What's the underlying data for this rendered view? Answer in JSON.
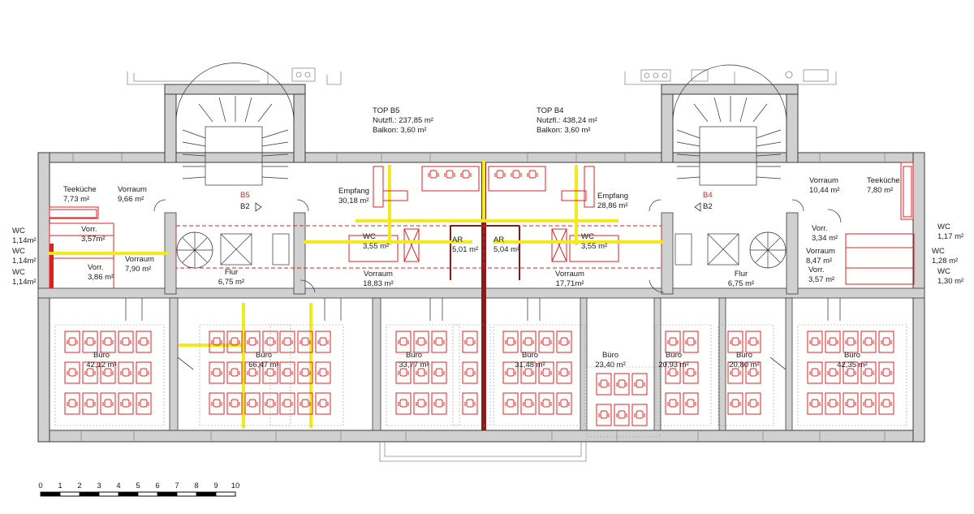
{
  "units": {
    "top_b5": [
      "TOP B5",
      "Nutzfl.: 237,85 m²",
      "Balkon: 3,60 m²"
    ],
    "top_b4": [
      "TOP B4",
      "Nutzfl.: 438,24 m²",
      "Balkon: 3,60 m²"
    ]
  },
  "stair_labels": {
    "b5": "B5",
    "b5_sub": "B2",
    "b4": "B4",
    "b4_sub": "B2"
  },
  "rooms": {
    "teekueche_l": [
      "Teeküche",
      "7,73 m²"
    ],
    "vorraum_tl": [
      "Vorraum",
      "9,66 m²"
    ],
    "empfang_l": [
      "Empfang",
      "30,18 m²"
    ],
    "empfang_r": [
      "Empfang",
      "28,86 m²"
    ],
    "vorraum_tr": [
      "Vorraum",
      "10,44 m²"
    ],
    "teekueche_r": [
      "Teeküche",
      "7,80 m²"
    ],
    "wc_l1": [
      "WC",
      "1,14m²"
    ],
    "wc_l2": [
      "WC",
      "1,14m²"
    ],
    "wc_l3": [
      "WC",
      "1,14m²"
    ],
    "vorr_l1": [
      "Vorr.",
      "3,57m²"
    ],
    "vorr_l2": [
      "Vorr.",
      "3,86 m²"
    ],
    "vorraum_l": [
      "Vorraum",
      "7,90 m²"
    ],
    "flur_l": [
      "Flur",
      "6,75 m²"
    ],
    "wc_cl": [
      "WC",
      "3,55 m²"
    ],
    "ar_l": [
      "AR",
      "5,01 m²"
    ],
    "ar_r": [
      "AR",
      "5,04 m²"
    ],
    "wc_cr": [
      "WC",
      "3,55 m²"
    ],
    "vorraum_cl": [
      "Vorraum",
      "18,83 m²"
    ],
    "vorraum_cr": [
      "Vorraum",
      "17,71m²"
    ],
    "flur_r": [
      "Flur",
      "6,75 m²"
    ],
    "vorr_r1": [
      "Vorr.",
      "3,34 m²"
    ],
    "vorraum_r": [
      "Vorraum",
      "8,47 m²"
    ],
    "vorr_r2": [
      "Vorr.",
      "3,57 m²"
    ],
    "wc_r1": [
      "WC",
      "1,17 m²"
    ],
    "wc_r2": [
      "WC",
      "1,28 m²"
    ],
    "wc_r3": [
      "WC",
      "1,30 m²"
    ],
    "buero_1": [
      "Büro",
      "42,12 m²"
    ],
    "buero_2": [
      "Büro",
      "66,47 m²"
    ],
    "buero_3": [
      "Büro",
      "33,77 m²"
    ],
    "buero_4": [
      "Büro",
      "31,48 m²"
    ],
    "buero_5": [
      "Büro",
      "23,40 m²"
    ],
    "buero_6": [
      "Büro",
      "20,93 m²"
    ],
    "buero_7": [
      "Büro",
      "20,80 m²"
    ],
    "buero_8": [
      "Büro",
      "42,35 m²"
    ]
  },
  "scale_bar": {
    "ticks": [
      "0",
      "1",
      "2",
      "3",
      "4",
      "5",
      "6",
      "7",
      "8",
      "9",
      "10"
    ]
  },
  "colors": {
    "furniture": "#e02020",
    "markup": "#f2ea1a",
    "wall": "#d0d0d0"
  }
}
